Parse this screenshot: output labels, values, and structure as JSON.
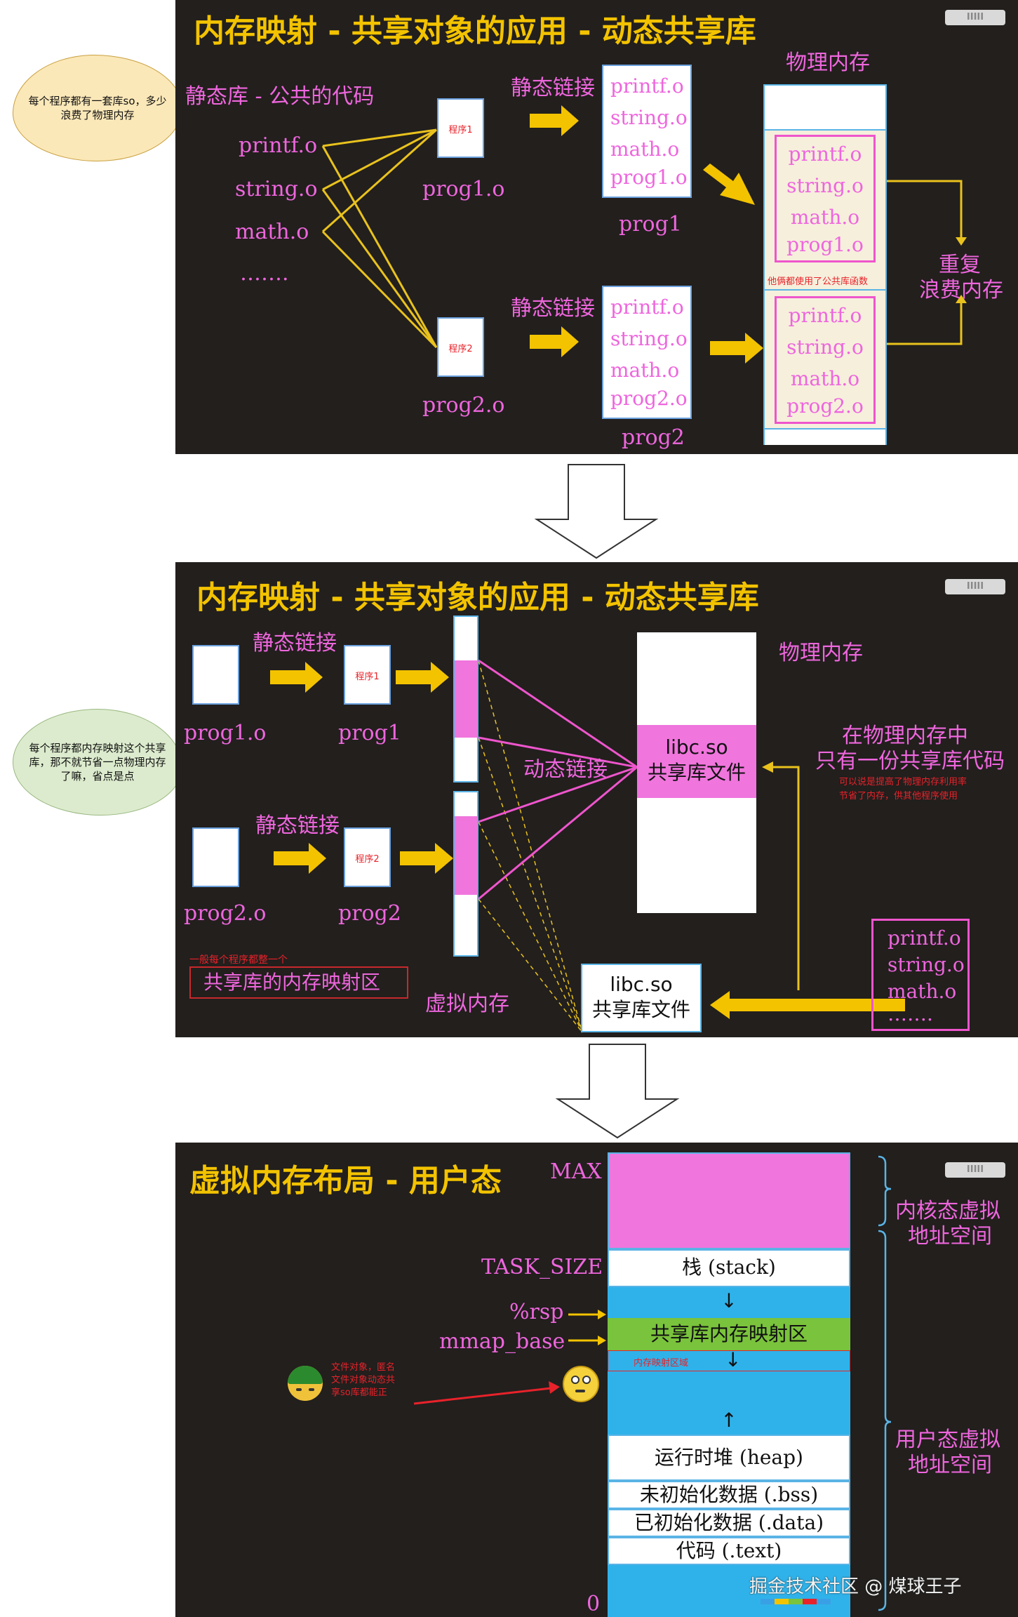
{
  "note1": "每个程序都有一套库so，多少浪费了物理内存",
  "note2": "每个程序都内存映射这个共享库，那不就节省一点物理内存了嘛，省点是点",
  "note3": "文件对象，匿名文件对象动态共享so库都能正",
  "panel1": {
    "title": "内存映射 - 共享对象的应用 - 动态共享库",
    "static_lib": "静态库 - 公共的代码",
    "libs": [
      "printf.o",
      "string.o",
      "math.o",
      "……."
    ],
    "prog_box1": "程序1",
    "prog_box2": "程序2",
    "prog1_o": "prog1.o",
    "prog2_o": "prog2.o",
    "static_link": "静态链接",
    "bundle1": [
      "printf.o",
      "string.o",
      "math.o",
      "prog1.o"
    ],
    "bundle2": [
      "printf.o",
      "string.o",
      "math.o",
      "prog2.o"
    ],
    "prog1": "prog1",
    "prog2": "prog2",
    "phys_mem": "物理内存",
    "shared_func_note": "他俩都使用了公共库函数",
    "waste": [
      "重复",
      "浪费内存"
    ]
  },
  "panel2": {
    "title": "内存映射 - 共享对象的应用 - 动态共享库",
    "static_link": "静态链接",
    "prog_box1": "程序1",
    "prog_box2": "程序2",
    "prog1_o": "prog1.o",
    "prog1": "prog1",
    "prog2_o": "prog2.o",
    "prog2": "prog2",
    "dyn_link": "动态链接",
    "phys_mem": "物理内存",
    "libc_line1": "libc.so",
    "libc_line2": "共享库文件",
    "only_one": [
      "在物理内存中",
      "只有一份共享库代码"
    ],
    "improve_note": [
      "可以说是提高了物理内存利用率",
      "节省了内存，供其他程序使用"
    ],
    "typical_note": "一般每个程序都整一个",
    "mmap_region": "共享库的内存映射区",
    "virt_mem": "虚拟内存",
    "objs": [
      "printf.o",
      "string.o",
      "math.o",
      "……."
    ]
  },
  "panel3": {
    "title": "虚拟内存布局 - 用户态",
    "max": "MAX",
    "task_size": "TASK_SIZE",
    "rsp": "%rsp",
    "mmap_base": "mmap_base",
    "zero": "0",
    "stack": "栈 (stack)",
    "shared_mmap": "共享库内存映射区",
    "mmap_area": "内存映射区域",
    "heap": "运行时堆 (heap)",
    "bss": "未初始化数据 (.bss)",
    "data": "已初始化数据 (.data)",
    "text": "代码 (.text)",
    "kernel_space": [
      "内核态虚拟",
      "地址空间"
    ],
    "user_space": [
      "用户态虚拟",
      "地址空间"
    ],
    "watermark": "掘金技术社区 @ 煤球王子"
  },
  "colors": {
    "accent_yellow": "#f3c300",
    "pink": "#ee66dd",
    "blue": "#2fb2ea",
    "green": "#7ac33c",
    "red": "#e8222a"
  }
}
